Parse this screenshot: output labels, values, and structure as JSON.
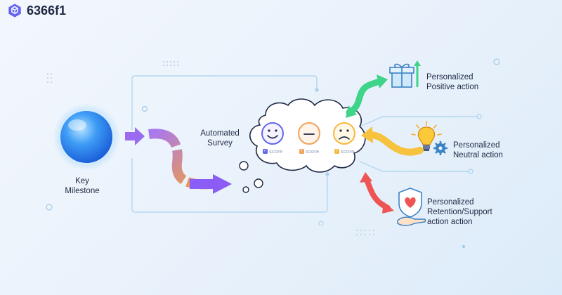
{
  "brand": {
    "text": "6366f1",
    "icon": "hexagon-cube-icon",
    "color": "#6366f1"
  },
  "nodes": {
    "milestone": {
      "line1": "Key",
      "line2": "Milestone",
      "icon": "glowing-orb-icon"
    },
    "survey": {
      "line1": "Automated",
      "line2": "Survey",
      "faces": [
        {
          "icon": "smiley-face-icon",
          "score_label": "score",
          "color": "#6366f1"
        },
        {
          "icon": "neutral-face-icon",
          "score_label": "score",
          "color": "#f0a35a"
        },
        {
          "icon": "sad-face-icon",
          "score_label": "score",
          "color": "#f5b93f"
        }
      ]
    },
    "positive": {
      "line1": "Personalized",
      "line2": "Positive action",
      "icon": "gift-box-icon",
      "arrow_color": "#3ed48a"
    },
    "neutral": {
      "line1": "Personalized",
      "line2": "Neutral action",
      "icon": "lightbulb-gear-icon",
      "arrow_color": "#f7c23d"
    },
    "retention": {
      "line1": "Personalized",
      "line2": "Retention/Support",
      "line3": "action action",
      "icon": "heart-shield-hand-icon",
      "arrow_color": "#ef5454"
    }
  },
  "colors": {
    "flow_purple": "#8b5cf6",
    "flow_orange": "#f59e3b",
    "connector": "#9fcbe8"
  }
}
